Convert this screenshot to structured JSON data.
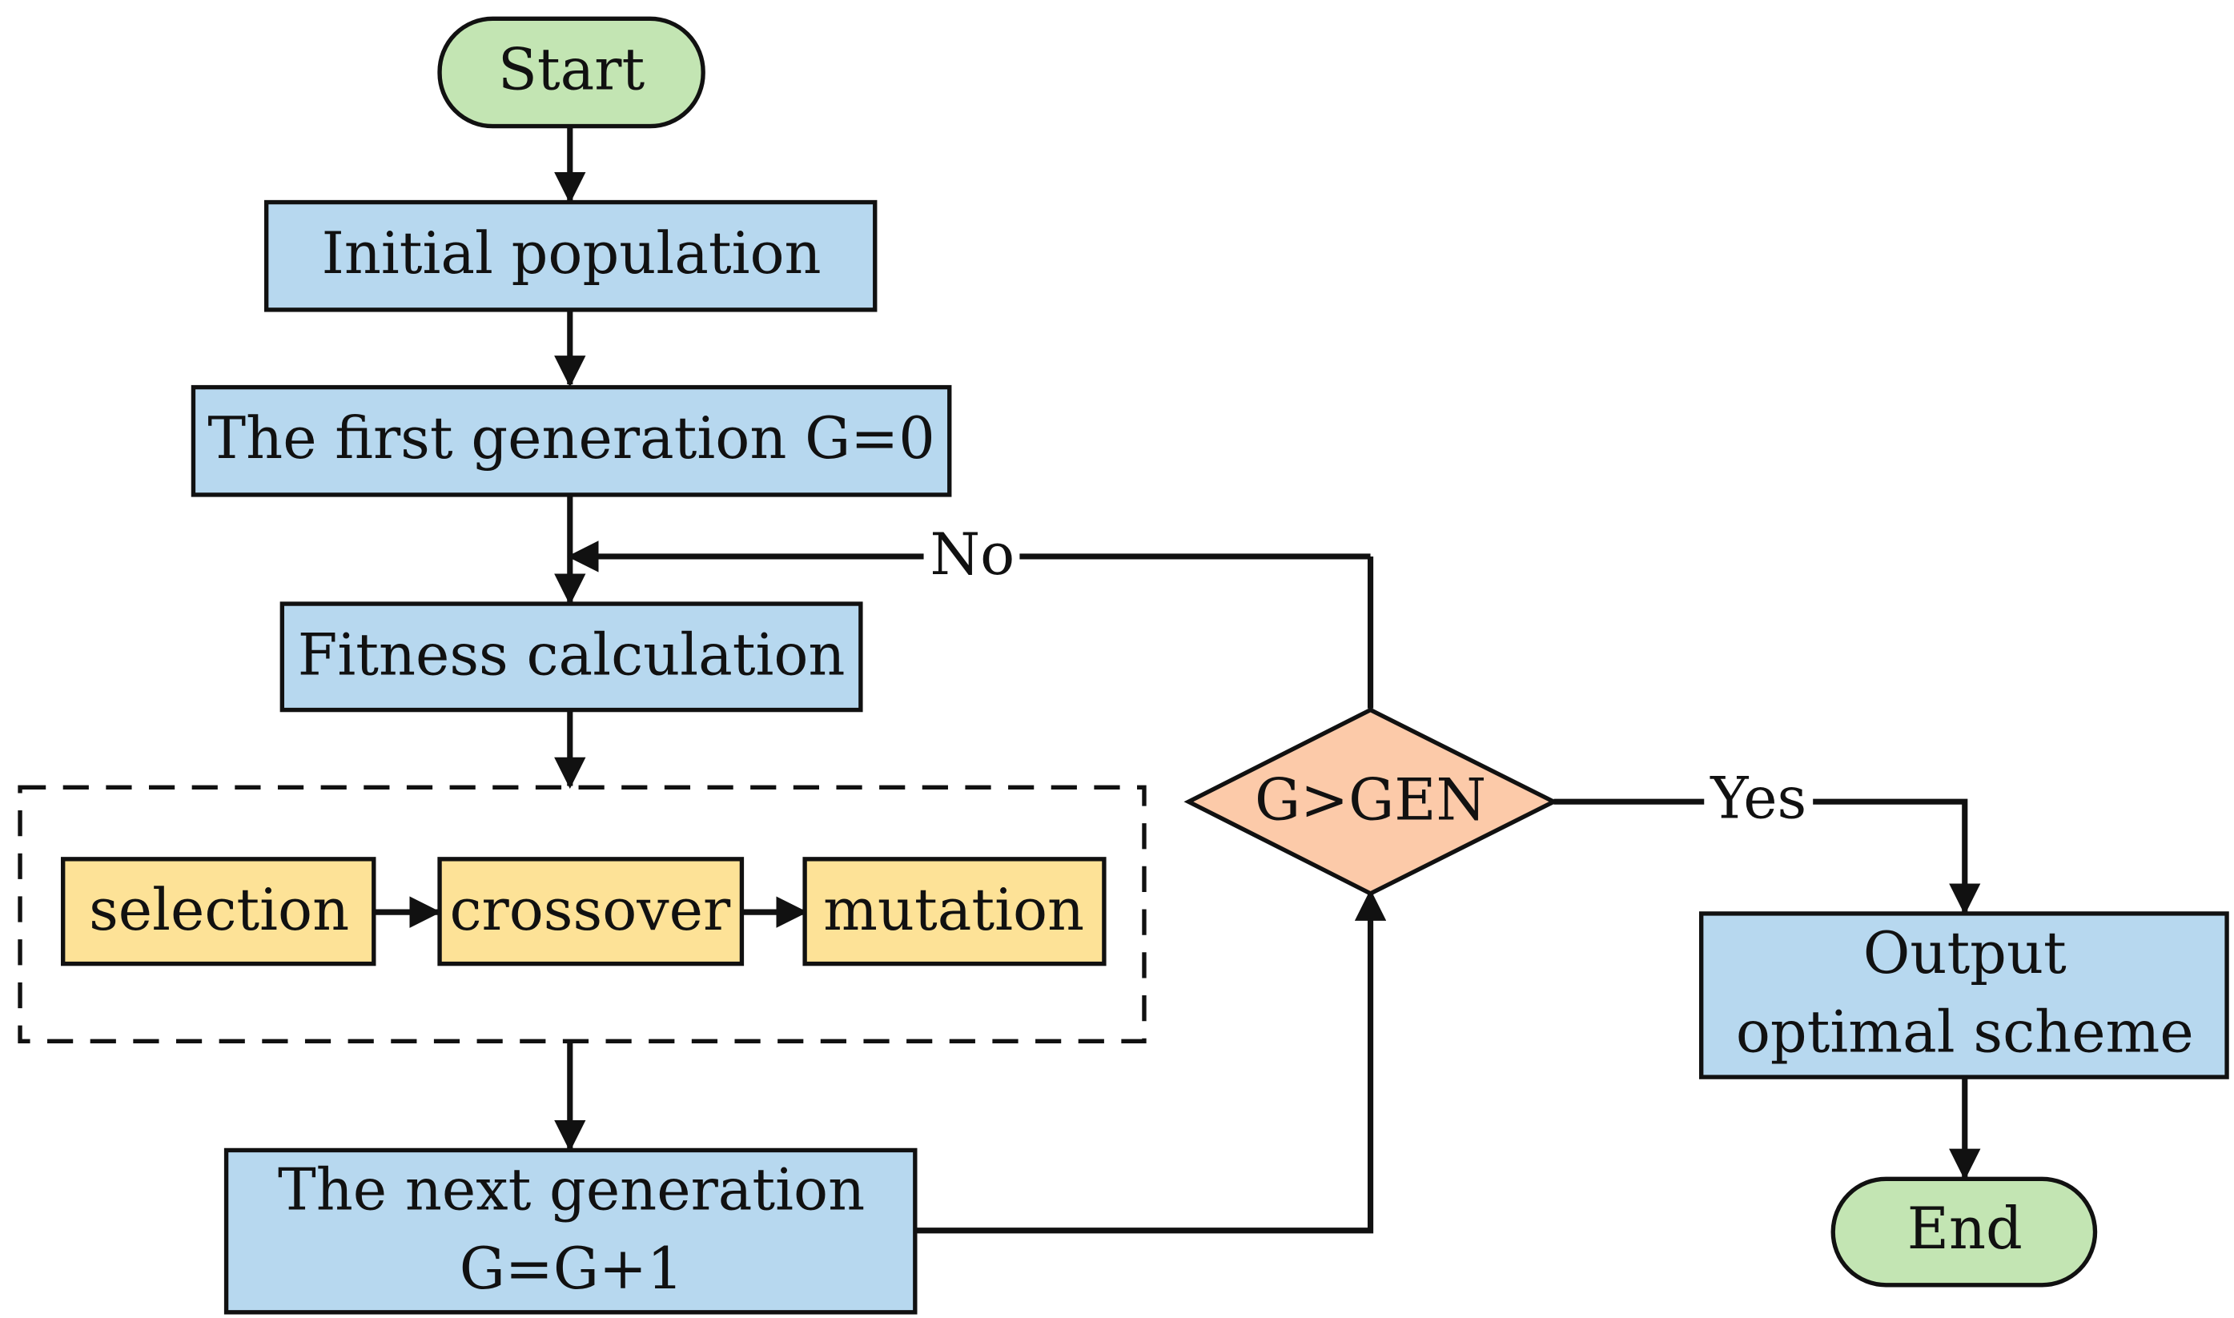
{
  "nodes": {
    "start": {
      "label": "Start",
      "shape": "terminator",
      "color": "#c3e5b3"
    },
    "initial_population": {
      "label": "Initial population",
      "shape": "process",
      "color": "#b7d8ef"
    },
    "first_generation": {
      "label": "The first generation G=0",
      "shape": "process",
      "color": "#b7d8ef"
    },
    "fitness_calculation": {
      "label": "Fitness calculation",
      "shape": "process",
      "color": "#b7d8ef"
    },
    "selection": {
      "label": "selection",
      "shape": "process",
      "color": "#fde297"
    },
    "crossover": {
      "label": "crossover",
      "shape": "process",
      "color": "#fde297"
    },
    "mutation": {
      "label": "mutation",
      "shape": "process",
      "color": "#fde297"
    },
    "next_generation": {
      "label_line1": "The next generation",
      "label_line2": "G=G+1",
      "shape": "process",
      "color": "#b7d8ef"
    },
    "decision": {
      "label": "G>GEN",
      "shape": "decision",
      "color": "#fccaa9"
    },
    "output": {
      "label_line1": "Output",
      "label_line2": "optimal scheme",
      "shape": "process",
      "color": "#b7d8ef"
    },
    "end": {
      "label": "End",
      "shape": "terminator",
      "color": "#c3e5b3"
    }
  },
  "edges": {
    "no_label": "No",
    "yes_label": "Yes"
  },
  "groups": {
    "genetic_operators": {
      "style": "dashed"
    }
  },
  "colors": {
    "stroke": "#111111",
    "background": "#ffffff"
  }
}
